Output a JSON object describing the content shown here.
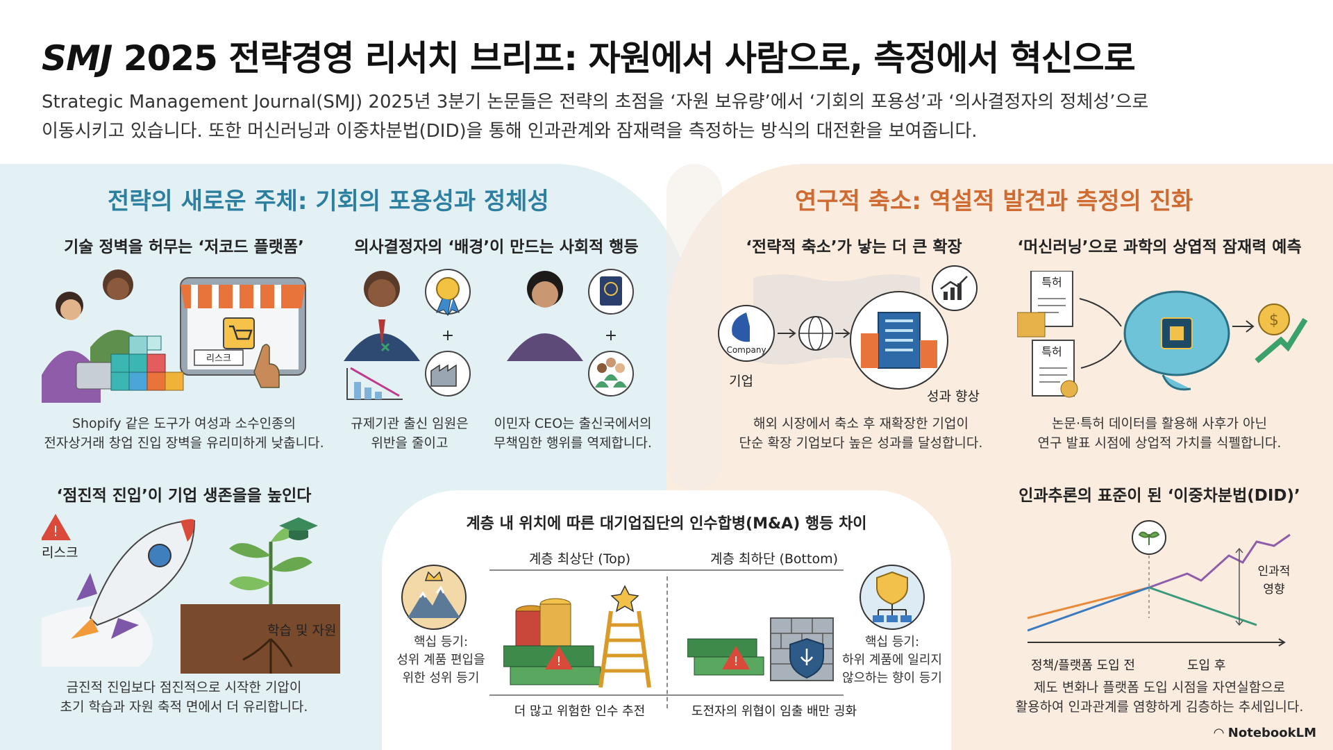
{
  "header": {
    "title_prefix": "SMJ",
    "title_rest": " 2025 전략경영 리서치 브리프: 자원에서 사람으로, 측정에서 혁신으로",
    "intro_line1": "Strategic Management Journal(SMJ) 2025년 3분기 논문들은 전략의 초점을 ‘자원 보유량’에서 ‘기회의 포용성’과 ‘의사결정자의 정체성’으로",
    "intro_line2": "이동시키고 있습니다. 또한 머신러닝과 이중차분법(DID)을 통해 인과관계와 잠재력을 측정하는 방식의 대전환을 보여줍니다."
  },
  "left": {
    "title": "전략의 새로운 주체: 기회의 포용성과 정체성",
    "nocode": {
      "heading": "기술 정벽을 허무는 ‘저코드 플랫폼’",
      "screen_label": "리스크",
      "caption_1": "Shopify 같은 도구가 여성과 소수인종의",
      "caption_2": "전자상거래 창업 진입 장벽을 유리미하게 낮춥니다."
    },
    "background": {
      "heading": "의사결정자의 ‘배경’이 만드는 사회적 행등",
      "caption_a1": "규제기관 출신 임원은",
      "caption_a2": "위반을 줄이고",
      "caption_b1": "이민자 CEO는 출신국에서의",
      "caption_b2": "무책임한 행위를 역제합니다."
    },
    "entry": {
      "heading": "‘점진적 진입’이 기업 생존을을 높인다",
      "risk_label": "리스크",
      "learn_label": "학습 및 자원",
      "caption_1": "금진적 진입보다 점진적으로 시작한 기압이",
      "caption_2": "초기 학습과 자원 축적 면에서 더 유리합니다."
    }
  },
  "right": {
    "title": "연구적 축소: 역설적 발견과 측정의 진화",
    "retrench": {
      "heading": "‘전략적 축소’가 낳는 더 큰 확장",
      "logo_text": "Company",
      "firm_label": "기업",
      "perf_label": "성과 향상",
      "caption_1": "해외 시장에서 축소 후 재확장한 기업이",
      "caption_2": "단순 확장 기업보다 높은 성과를 달성합니다."
    },
    "ml": {
      "heading": "‘머신러닝’으로 과학의 상엽적 잠재력 예측",
      "doc_label_1": "특허",
      "doc_label_2": "특허",
      "caption_1": "논문·특허 데이터를 활용해 사후가 아닌",
      "caption_2": "연구 발표 시점에 상업적 가치를 식펠합니다."
    },
    "did": {
      "heading": "인과추론의 표준이 된 ‘이중차분법(DID)’",
      "effect_label_1": "인과적",
      "effect_label_2": "영향",
      "axis_before": "정책/플랫폼 도입 전",
      "axis_after": "도입 후",
      "caption_1": "제도 변화나 플랫폼 도입 시점을 자연실함으로",
      "caption_2": "활용하여 인과관계를 염향하게 김층하는 추세입니다."
    }
  },
  "center": {
    "heading": "계층 내 위치에 따른 대기업집단의 인수합병(M&A) 행등 차이",
    "top_label": "계층 최상단 (Top)",
    "bottom_label": "계층 최하단 (Bottom)",
    "left_motive_1": "핵십 등기:",
    "left_motive_2": "성위 계품 편입을",
    "left_motive_3": "위한 성위 등기",
    "right_motive_1": "핵십 등기:",
    "right_motive_2": "하위 계품에 일리지",
    "right_motive_3": "않으하는 향이 등기",
    "top_caption": "더 많고 위험한 인수 추전",
    "bottom_caption": "도전자의 위협이 임출 배만 긩화"
  },
  "brand": "NotebookLM",
  "colors": {
    "left_panel": "#e3f0f4",
    "right_panel": "#fbece0",
    "left_accent": "#2d7fa0",
    "right_accent": "#cf6a31"
  },
  "icons": [
    "storefront-icon",
    "cart-icon",
    "cube-blocks-icon",
    "medal-icon",
    "passport-icon",
    "factory-icon",
    "people-icon",
    "rocket-icon",
    "warning-icon",
    "sprout-icon",
    "graduation-cap-icon",
    "world-map-icon",
    "globe-icon",
    "building-icon",
    "growth-chart-icon",
    "document-icon",
    "brain-chip-icon",
    "coin-arrow-icon",
    "crown-mountain-icon",
    "shield-hierarchy-icon",
    "money-stack-icon",
    "ladder-star-icon",
    "brick-wall-shield-icon"
  ]
}
